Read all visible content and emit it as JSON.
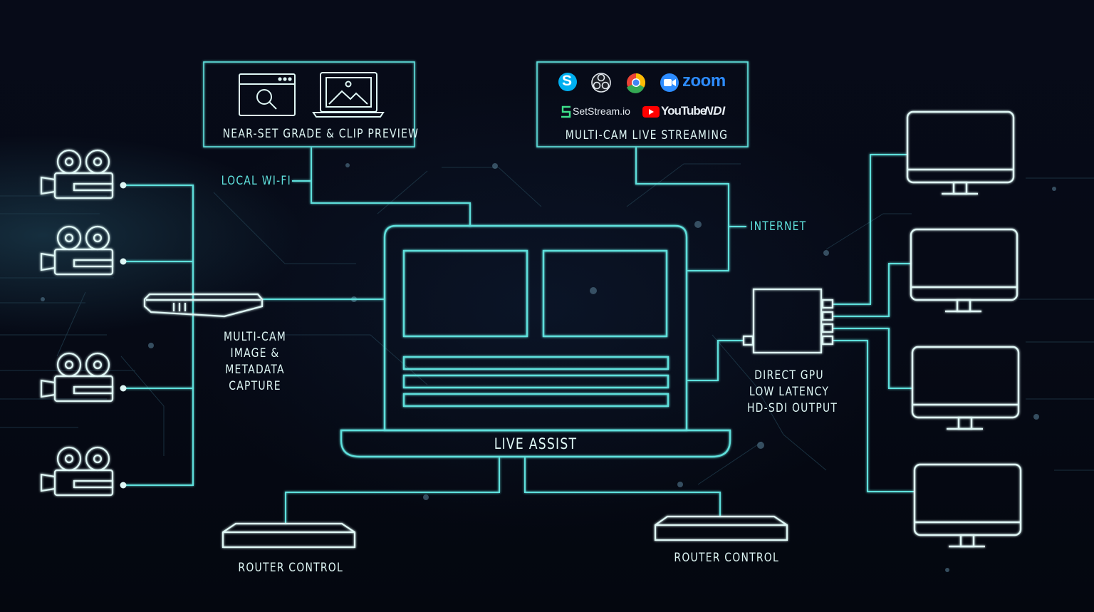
{
  "colors": {
    "background": "#050914",
    "line": "#5fe0dc",
    "label": "#dff7f5",
    "zoom_blue": "#2d8cff",
    "youtube_red": "#ff0000",
    "skype_blue": "#00aff0"
  },
  "labels": {
    "preview": "NEAR-SET GRADE & CLIP PREVIEW",
    "streaming": "MULTI-CAM LIVE STREAMING",
    "wifi": "LOCAL WI-FI",
    "internet": "INTERNET",
    "capture": [
      "MULTI-CAM",
      "IMAGE &",
      "METADATA",
      "CAPTURE"
    ],
    "live_assist": "LIVE ASSIST",
    "gpu": [
      "DIRECT GPU",
      "LOW LATENCY",
      "HD-SDI OUTPUT"
    ],
    "router_left": "ROUTER CONTROL",
    "router_right": "ROUTER CONTROL"
  },
  "logos": {
    "zoom": "zoom",
    "setstream": "SetStream.io",
    "youtube": "YouTube",
    "ndi": "NDI",
    "skype": "S"
  },
  "icons": [
    "camera-icon",
    "monitor-icon",
    "laptop-icon",
    "search-window-icon",
    "image-preview-icon",
    "router-icon",
    "switch-hub-icon",
    "sdi-box-icon"
  ]
}
